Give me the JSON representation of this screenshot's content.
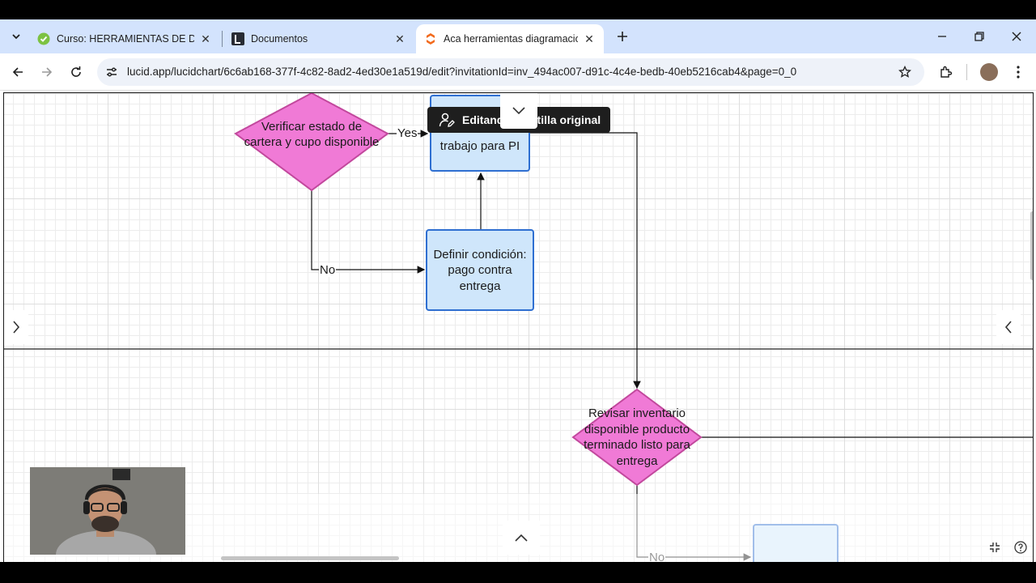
{
  "browser": {
    "tabs": [
      {
        "title": "Curso: HERRAMIENTAS DE DIAGRAMACION",
        "icon": "course-check-icon"
      },
      {
        "title": "Documentos",
        "icon": "lucid-docs-icon"
      },
      {
        "title": "Aca herramientas diagramacion",
        "icon": "lucidchart-icon",
        "active": true
      }
    ],
    "url": "lucid.app/lucidchart/6c6ab168-377f-4c82-8ad2-4ed30e1a519d/edit?invitationId=inv_494ac007-d91c-4c4e-bedb-40eb5216cab4&page=0_0"
  },
  "diagram": {
    "decision_1": "Verificar estado de cartera y cupo disponible",
    "process_top": "trabajo para PI",
    "process_define": "Definir condición: pago contra entrega",
    "decision_2": "Revisar inventario disponible producto terminado listo para entrega",
    "label_yes": "Yes",
    "label_no_1": "No",
    "label_no_2": "No"
  },
  "tooltip": {
    "text": "Editando plantilla original"
  },
  "colors": {
    "decision_fill": "#f07ad6",
    "decision_stroke": "#c2489d",
    "process_fill": "#cfe6fb",
    "process_stroke": "#2f6fd1",
    "tabstrip_bg": "#d3e3fd"
  }
}
